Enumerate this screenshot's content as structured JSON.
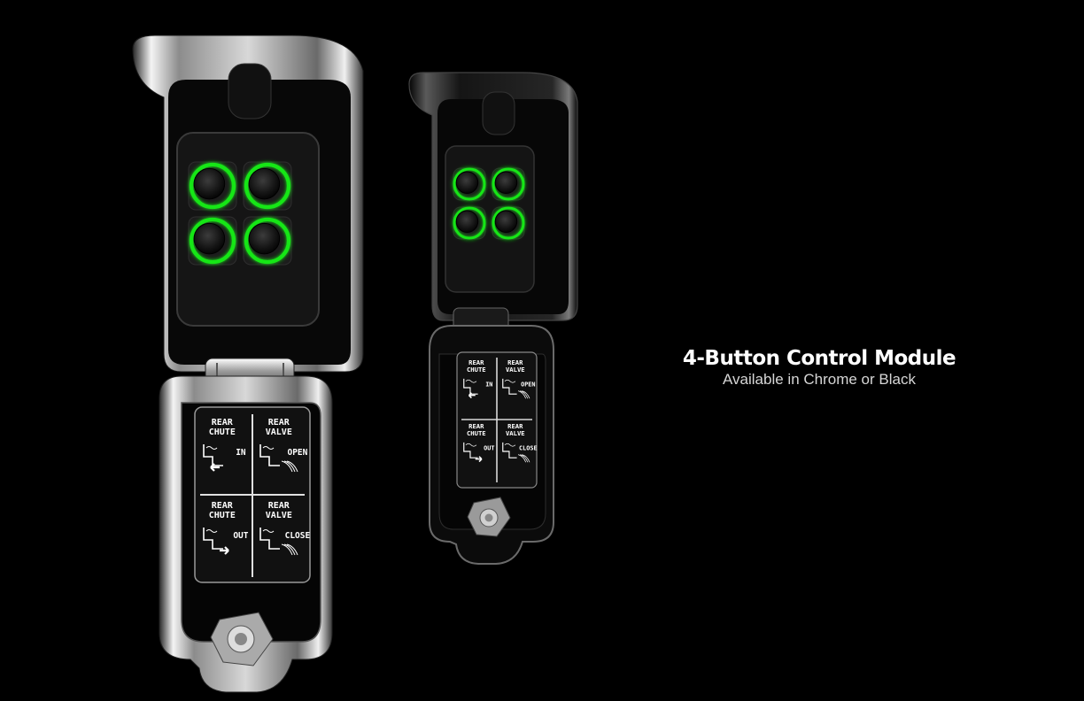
{
  "caption": {
    "title": "4-Button Control Module",
    "subtitle": "Available in Chrome or Black"
  },
  "colors": {
    "background": "#000000",
    "button_glow": "#19e619",
    "chrome_light": "#f2f2f2",
    "chrome_dark": "#3a3a3a",
    "black_finish": "#111111"
  },
  "modules": [
    {
      "finish": "Chrome",
      "icons": [
        "glowing-button-icon",
        "chute-icon",
        "valve-icon"
      ],
      "labels": [
        {
          "top": "REAR",
          "mid": "CHUTE",
          "action": "IN"
        },
        {
          "top": "REAR",
          "mid": "VALVE",
          "action": "OPEN"
        },
        {
          "top": "REAR",
          "mid": "CHUTE",
          "action": "OUT"
        },
        {
          "top": "REAR",
          "mid": "VALVE",
          "action": "CLOSE"
        }
      ]
    },
    {
      "finish": "Black",
      "icons": [
        "glowing-button-icon",
        "chute-icon",
        "valve-icon"
      ],
      "labels": [
        {
          "top": "REAR",
          "mid": "CHUTE",
          "action": "IN"
        },
        {
          "top": "REAR",
          "mid": "VALVE",
          "action": "OPEN"
        },
        {
          "top": "REAR",
          "mid": "CHUTE",
          "action": "OUT"
        },
        {
          "top": "REAR",
          "mid": "VALVE",
          "action": "CLOSE"
        }
      ]
    }
  ]
}
